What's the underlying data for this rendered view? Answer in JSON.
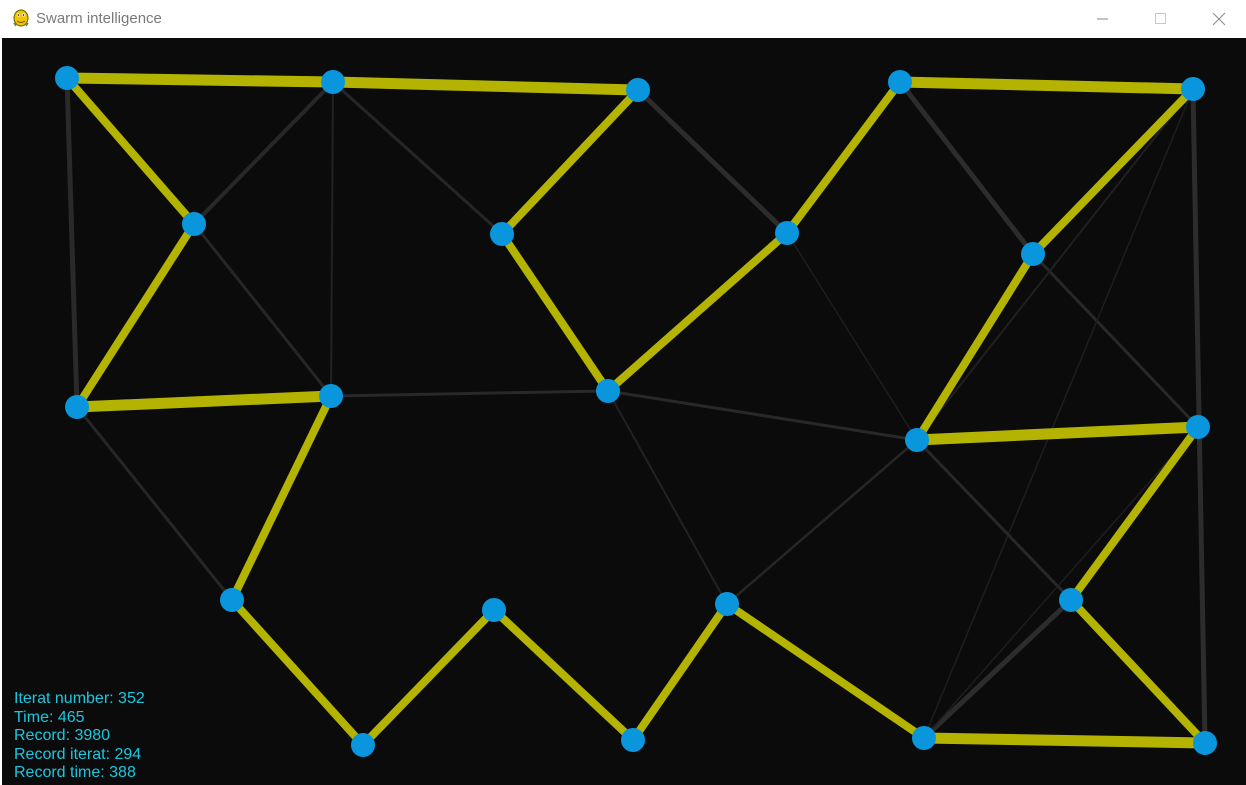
{
  "window": {
    "title": "Swarm intelligence",
    "controls": {
      "minimize": "minimize-icon",
      "maximize": "maximize-icon",
      "close": "close-icon"
    }
  },
  "colors": {
    "background": "#0b0b0b",
    "node": "#0a96dc",
    "best_path": "#b4b400",
    "pheromone": "#2a2a2a",
    "stats_text": "#19c8e0"
  },
  "stats": {
    "iterat_number": "Iterat number: 352",
    "time": "Time: 465",
    "record": "Record: 3980",
    "record_iterat": "Record iterat: 294",
    "record_time": "Record time: 388"
  }
}
